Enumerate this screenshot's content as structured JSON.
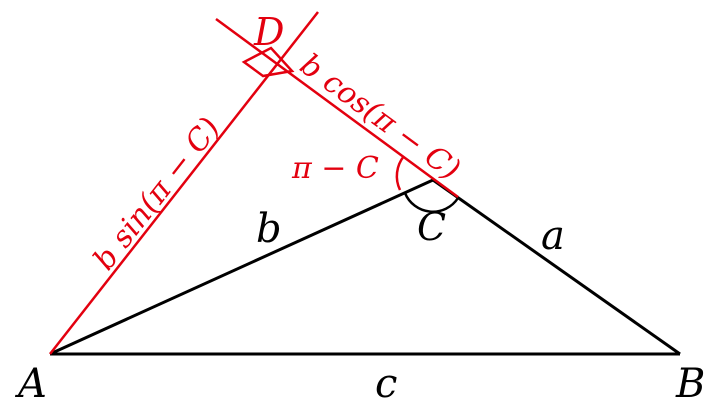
{
  "colors": {
    "triangle": "#000000",
    "construction": "#e3000f"
  },
  "points": {
    "A": "A",
    "B": "B",
    "C": "C",
    "D": "D"
  },
  "sides": {
    "a": "a",
    "b": "b",
    "c": "c"
  },
  "annotations": {
    "angle_ext": "π − C",
    "b_sin": "b sin(π − C)",
    "b_cos": "b cos(π − C)"
  }
}
